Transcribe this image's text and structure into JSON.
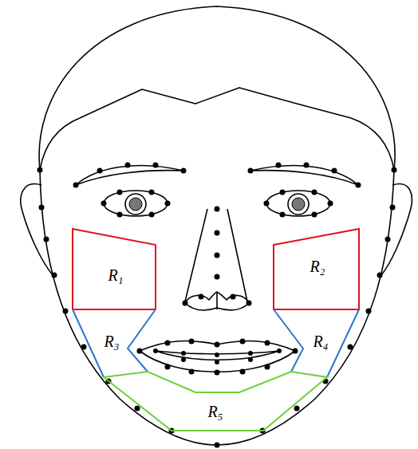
{
  "diagram": {
    "nodes": [
      {
        "text": [
          "R₁"
        ]
      },
      {
        "text": [
          "R₂"
        ]
      },
      {
        "text": [
          "R₃"
        ]
      },
      {
        "text": [
          "R₄"
        ]
      },
      {
        "text": [
          "R₅"
        ]
      }
    ]
  }
}
